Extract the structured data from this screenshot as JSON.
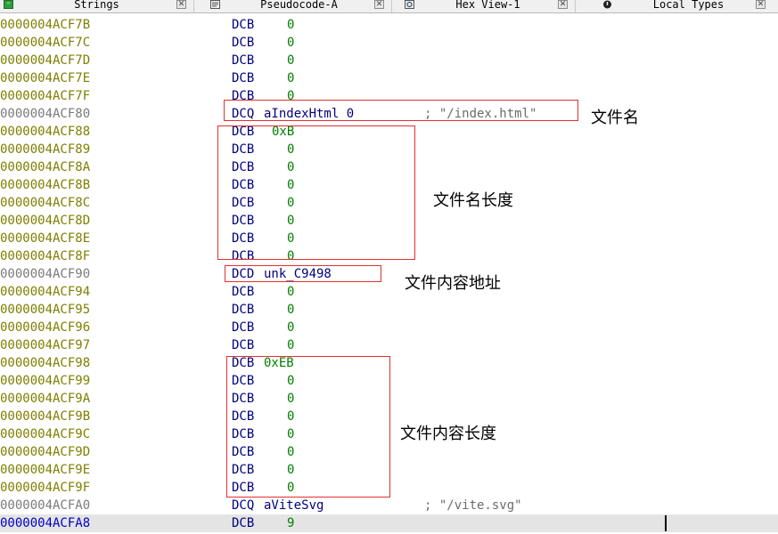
{
  "tabs": [
    {
      "label": "Strings",
      "icon": "strings-icon",
      "close": "✕"
    },
    {
      "label": "Pseudocode-A",
      "icon": "pseudocode-icon",
      "close": "✕"
    },
    {
      "label": "Hex View-1",
      "icon": "hex-view-icon",
      "close": "✕"
    },
    {
      "label": "Local Types",
      "icon": "local-types-icon",
      "close": "✕"
    }
  ],
  "rows": [
    {
      "addr": "0000004ACF7B",
      "mnem": "DCB",
      "op": "0"
    },
    {
      "addr": "0000004ACF7C",
      "mnem": "DCB",
      "op": "0"
    },
    {
      "addr": "0000004ACF7D",
      "mnem": "DCB",
      "op": "0"
    },
    {
      "addr": "0000004ACF7E",
      "mnem": "DCB",
      "op": "0"
    },
    {
      "addr": "0000004ACF7F",
      "mnem": "DCB",
      "op": "0"
    },
    {
      "addr": "0000004ACF80",
      "mnem": "DCQ",
      "op": "aIndexHtml_0",
      "comment": "; \"/index.html\""
    },
    {
      "addr": "0000004ACF88",
      "mnem": "DCB",
      "op": "0xB"
    },
    {
      "addr": "0000004ACF89",
      "mnem": "DCB",
      "op": "0"
    },
    {
      "addr": "0000004ACF8A",
      "mnem": "DCB",
      "op": "0"
    },
    {
      "addr": "0000004ACF8B",
      "mnem": "DCB",
      "op": "0"
    },
    {
      "addr": "0000004ACF8C",
      "mnem": "DCB",
      "op": "0"
    },
    {
      "addr": "0000004ACF8D",
      "mnem": "DCB",
      "op": "0"
    },
    {
      "addr": "0000004ACF8E",
      "mnem": "DCB",
      "op": "0"
    },
    {
      "addr": "0000004ACF8F",
      "mnem": "DCB",
      "op": "0"
    },
    {
      "addr": "0000004ACF90",
      "mnem": "DCD",
      "op": "unk_C9498"
    },
    {
      "addr": "0000004ACF94",
      "mnem": "DCB",
      "op": "0"
    },
    {
      "addr": "0000004ACF95",
      "mnem": "DCB",
      "op": "0"
    },
    {
      "addr": "0000004ACF96",
      "mnem": "DCB",
      "op": "0"
    },
    {
      "addr": "0000004ACF97",
      "mnem": "DCB",
      "op": "0"
    },
    {
      "addr": "0000004ACF98",
      "mnem": "DCB",
      "op": "0xEB"
    },
    {
      "addr": "0000004ACF99",
      "mnem": "DCB",
      "op": "0"
    },
    {
      "addr": "0000004ACF9A",
      "mnem": "DCB",
      "op": "0"
    },
    {
      "addr": "0000004ACF9B",
      "mnem": "DCB",
      "op": "0"
    },
    {
      "addr": "0000004ACF9C",
      "mnem": "DCB",
      "op": "0"
    },
    {
      "addr": "0000004ACF9D",
      "mnem": "DCB",
      "op": "0"
    },
    {
      "addr": "0000004ACF9E",
      "mnem": "DCB",
      "op": "0"
    },
    {
      "addr": "0000004ACF9F",
      "mnem": "DCB",
      "op": "0"
    },
    {
      "addr": "0000004ACFA0",
      "mnem": "DCQ",
      "op": "aViteSvg",
      "comment": "; \"/vite.svg\""
    },
    {
      "addr": "0000004ACFA8",
      "mnem": "DCB",
      "op": "9"
    }
  ],
  "annotations": {
    "file_name": "文件名",
    "file_name_length": "文件名长度",
    "file_content_address": "文件内容地址",
    "file_content_length": "文件内容长度"
  },
  "colors": {
    "address": "#7f7f00",
    "address_gray": "#7b7b7b",
    "address_current": "#0000c8",
    "mnemonic": "#000080",
    "number": "#008000",
    "comment": "#6b6b6b",
    "highlight_box": "#e03030"
  }
}
